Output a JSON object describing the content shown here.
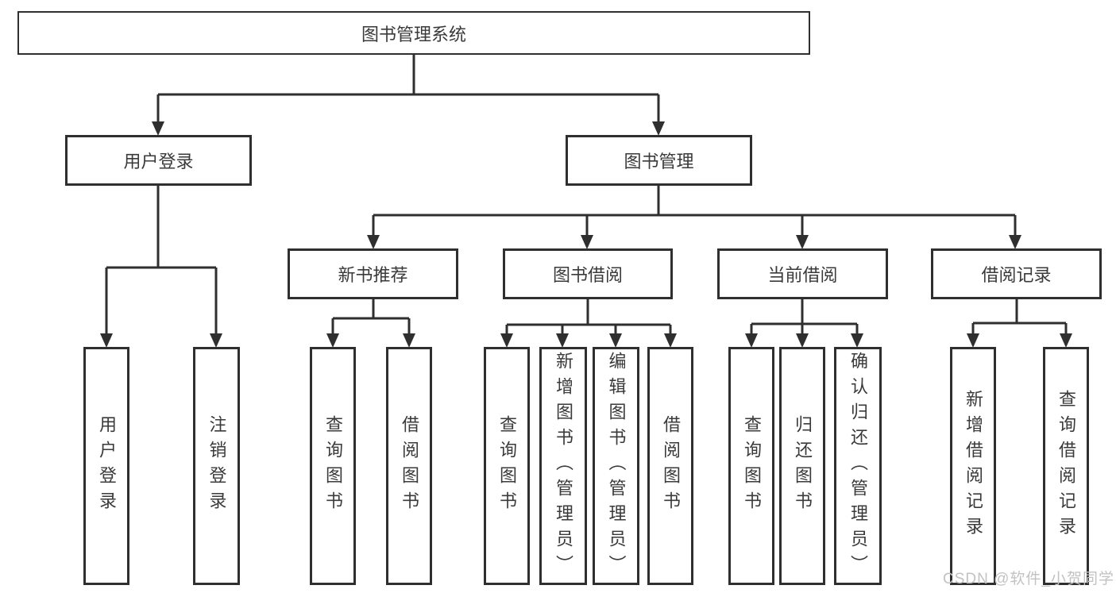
{
  "diagram": {
    "title": "图书管理系统",
    "root": "图书管理系统",
    "level1": {
      "user_login": "用户登录",
      "book_mgmt": "图书管理"
    },
    "level2": {
      "new_book_rec": "新书推荐",
      "book_borrow": "图书借阅",
      "current_borrow": "当前借阅",
      "borrow_records": "借阅记录"
    },
    "leaves": {
      "user_login": "用户登录",
      "logout": "注销登录",
      "rec_query_books": "查询图书",
      "rec_borrow_books": "借阅图书",
      "bor_query_books": "查询图书",
      "bor_add_books": "新增图书（管理员）",
      "bor_edit_books": "编辑图书（管理员）",
      "bor_borrow_books": "借阅图书",
      "cur_query_books": "查询图书",
      "cur_return_books": "归还图书",
      "cur_confirm_return": "确认归还（管理员）",
      "records_add": "新增借阅记录",
      "records_query": "查询借阅记录"
    },
    "structure": [
      {
        "parent": "图书管理系统",
        "children": [
          "用户登录",
          "图书管理"
        ]
      },
      {
        "parent": "用户登录",
        "children": [
          "用户登录",
          "注销登录"
        ]
      },
      {
        "parent": "图书管理",
        "children": [
          "新书推荐",
          "图书借阅",
          "当前借阅",
          "借阅记录"
        ]
      },
      {
        "parent": "新书推荐",
        "children": [
          "查询图书",
          "借阅图书"
        ]
      },
      {
        "parent": "图书借阅",
        "children": [
          "查询图书",
          "新增图书（管理员）",
          "编辑图书（管理员）",
          "借阅图书"
        ]
      },
      {
        "parent": "当前借阅",
        "children": [
          "查询图书",
          "归还图书",
          "确认归还（管理员）"
        ]
      },
      {
        "parent": "借阅记录",
        "children": [
          "新增借阅记录",
          "查询借阅记录"
        ]
      }
    ]
  },
  "watermark": "CSDN @软件_小贺同学",
  "colors": {
    "line": "#2f2f2f",
    "text": "#3a3a3a",
    "background": "#ffffff",
    "watermark": "#c2c2c2"
  }
}
